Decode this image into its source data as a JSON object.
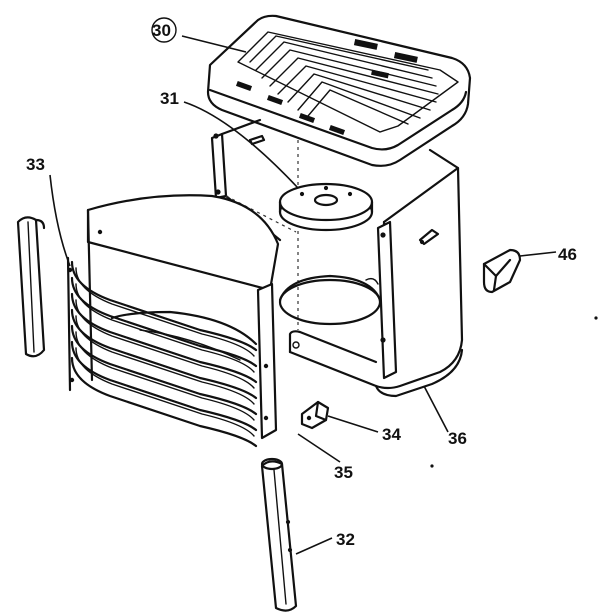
{
  "diagram": {
    "callouts": [
      {
        "id": "30",
        "label": "30"
      },
      {
        "id": "31",
        "label": "31"
      },
      {
        "id": "33",
        "label": "33"
      },
      {
        "id": "46",
        "label": "46"
      },
      {
        "id": "34",
        "label": "34"
      },
      {
        "id": "36",
        "label": "36"
      },
      {
        "id": "35",
        "label": "35"
      },
      {
        "id": "32",
        "label": "32"
      }
    ],
    "colors": {
      "ink": "#111111",
      "paper": "#ffffff"
    }
  }
}
